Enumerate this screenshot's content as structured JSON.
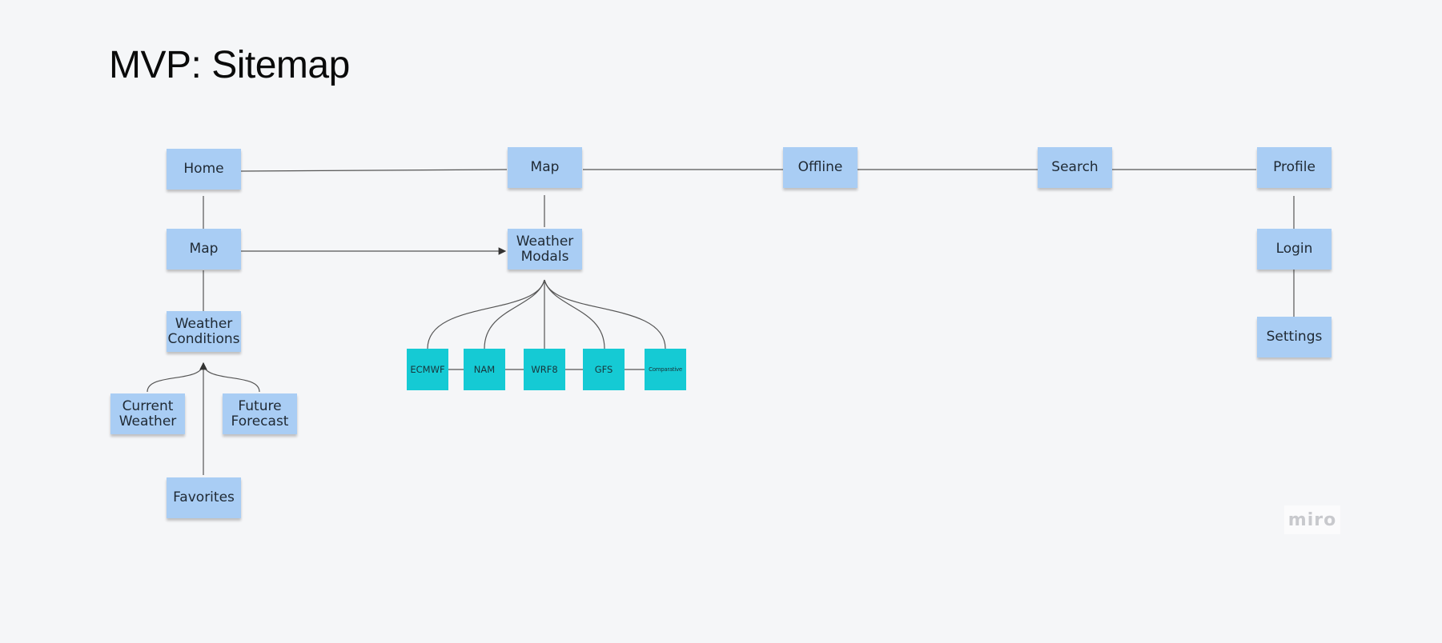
{
  "title": "MVP: Sitemap",
  "nodes": {
    "home": "Home",
    "map_top": "Map",
    "offline": "Offline",
    "search": "Search",
    "profile": "Profile",
    "map_sub": "Map",
    "weather_modals": "Weather\nModals",
    "weather_conditions": "Weather\nConditions",
    "current_weather": "Current\nWeather",
    "future_forecast": "Future\nForecast",
    "favorites": "Favorites",
    "login": "Login",
    "settings": "Settings"
  },
  "models": [
    "ECMWF",
    "NAM",
    "WRF8",
    "GFS",
    "Comparative"
  ],
  "watermark": "miro",
  "colors": {
    "sticky": "#a9cdf4",
    "model": "#15cad4",
    "connector": "#555555",
    "background": "#f5f6f8"
  }
}
